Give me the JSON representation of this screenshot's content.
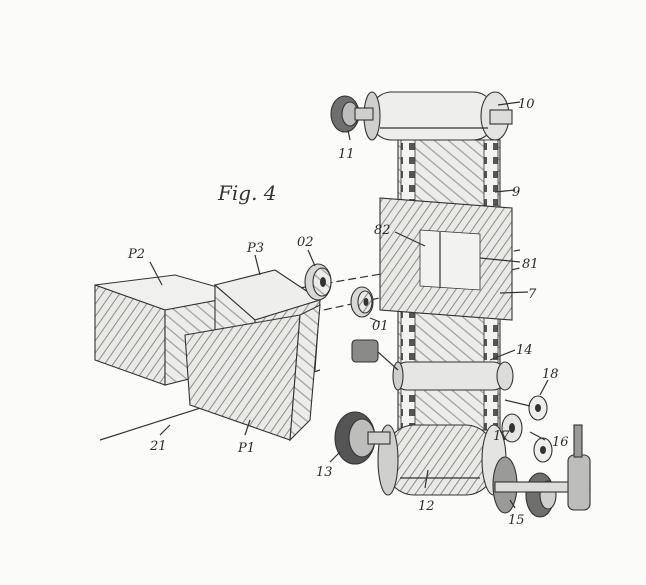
{
  "figure": {
    "title": "Fig. 4",
    "labels": {
      "l10": "10",
      "l11": "11",
      "l9": "9",
      "l7": "7",
      "l82": "82",
      "l81": "81",
      "l02": "02",
      "l01": "01",
      "lP2": "P2",
      "lP3": "P3",
      "lP1": "P1",
      "l21": "21",
      "l14": "14",
      "l18": "18",
      "l17": "17",
      "l16": "16",
      "l13": "13",
      "l12": "12",
      "l15": "15"
    }
  },
  "colors": {
    "ink": "#333333",
    "paper": "#fbfbf9",
    "shade": "#9a9a9a"
  }
}
